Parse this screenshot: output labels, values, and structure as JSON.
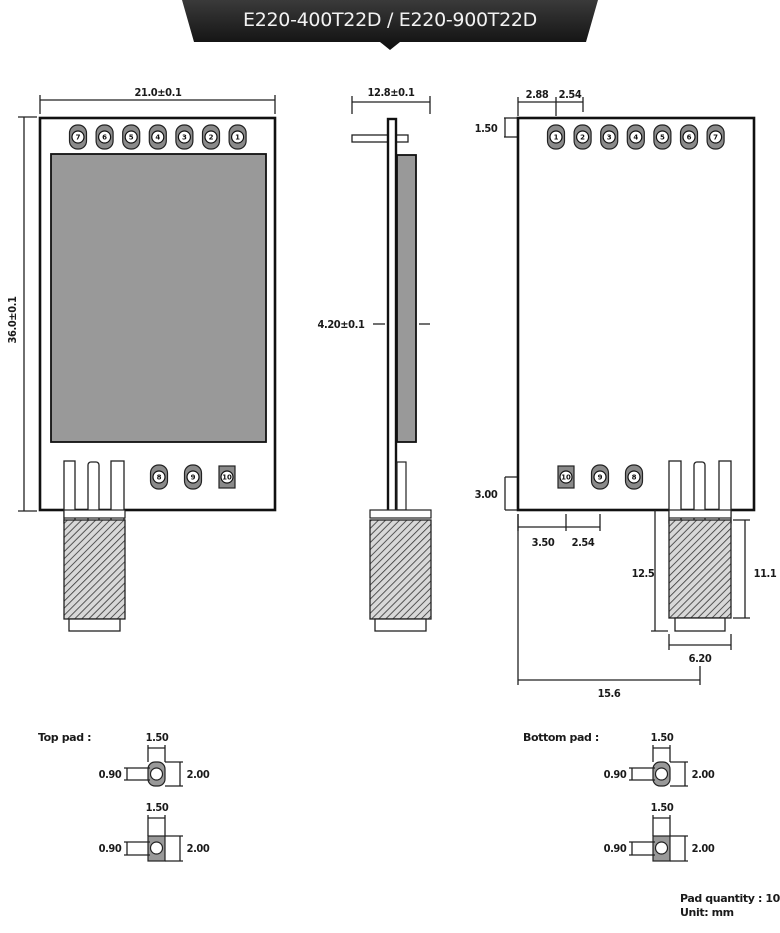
{
  "header": {
    "title": "E220-400T22D / E220-900T22D"
  },
  "top_view": {
    "width_label": "21.0±0.1",
    "height_label": "36.0±0.1",
    "top_pins": [
      "7",
      "6",
      "5",
      "4",
      "3",
      "2",
      "1"
    ],
    "bottom_pins": [
      "8",
      "9",
      "10"
    ]
  },
  "side_view": {
    "width_label": "12.8±0.1",
    "thickness_label": "4.20±0.1"
  },
  "bottom_view": {
    "pin_offset_label": "2.88",
    "pin_pitch_label": "2.54",
    "top_edge_label": "1.50",
    "bottom_edge_label": "3.00",
    "bottom_pin_offset_label": "3.50",
    "bottom_pin_pitch_label": "2.54",
    "antenna_length_label": "12.5",
    "antenna_body_label": "11.1",
    "antenna_width_label": "6.20",
    "antenna_offset_label": "15.6",
    "top_pins": [
      "1",
      "2",
      "3",
      "4",
      "5",
      "6",
      "7"
    ],
    "bottom_pins": [
      "10",
      "9",
      "8"
    ]
  },
  "pads": {
    "top": {
      "label": "Top pad :",
      "width": "1.50",
      "hole": "0.90",
      "height": "2.00"
    },
    "bottom": {
      "label": "Bottom pad :",
      "width": "1.50",
      "hole": "0.90",
      "height": "2.00"
    }
  },
  "notes": {
    "pad_quantity": "Pad quantity : 10",
    "unit": "Unit:  mm"
  },
  "colors": {
    "banner": "#1e1e1e",
    "shield": "#999999",
    "pad": "#8a8a8a",
    "line": "#222222"
  }
}
